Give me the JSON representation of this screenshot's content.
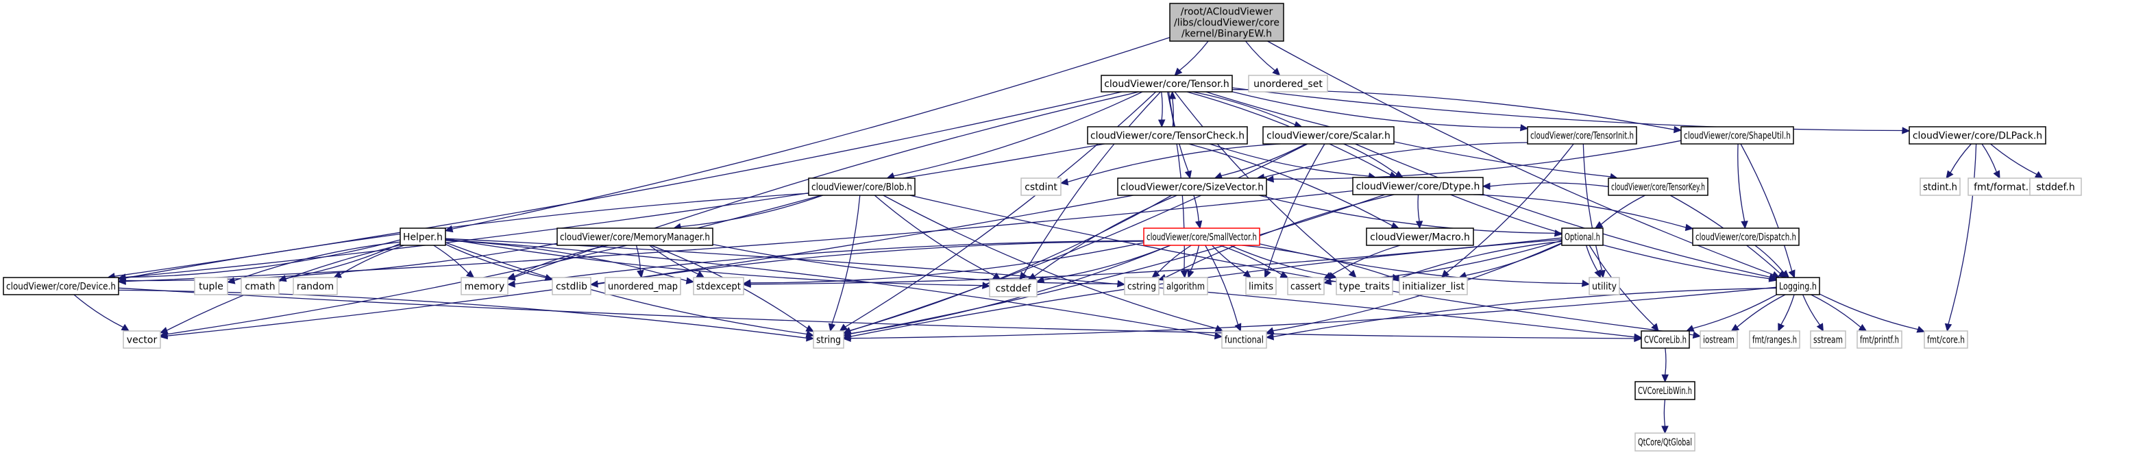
{
  "title": "Include dependency graph for BinaryEW.h",
  "colors": {
    "edge": "#191970",
    "root_fill": "#bfbfbf",
    "project_border": "#000000",
    "system_border": "#bfbfbf",
    "highlight_border": "#ff0000"
  },
  "nodes": [
    {
      "id": "root",
      "kind": "root",
      "lines": [
        "/root/ACloudViewer",
        "/libs/cloudViewer/core",
        "/kernel/BinaryEW.h"
      ]
    },
    {
      "id": "tensor",
      "kind": "project",
      "lines": [
        "cloudViewer/core/Tensor.h"
      ]
    },
    {
      "id": "unordered_set",
      "kind": "system",
      "lines": [
        "unordered_set"
      ]
    },
    {
      "id": "tensorcheck",
      "kind": "project",
      "lines": [
        "cloudViewer/core/TensorCheck.h"
      ]
    },
    {
      "id": "scalar",
      "kind": "project",
      "lines": [
        "cloudViewer/core/Scalar.h"
      ]
    },
    {
      "id": "tensorinit",
      "kind": "project",
      "lines": [
        "cloudViewer/core/TensorInit.h"
      ]
    },
    {
      "id": "shapeutil",
      "kind": "project",
      "lines": [
        "cloudViewer/core/ShapeUtil.h"
      ]
    },
    {
      "id": "dlpack",
      "kind": "project",
      "lines": [
        "cloudViewer/core/DLPack.h"
      ]
    },
    {
      "id": "blob",
      "kind": "project",
      "lines": [
        "cloudViewer/core/Blob.h"
      ]
    },
    {
      "id": "cstdint",
      "kind": "system",
      "lines": [
        "cstdint"
      ]
    },
    {
      "id": "sizevector",
      "kind": "project",
      "lines": [
        "cloudViewer/core/SizeVector.h"
      ]
    },
    {
      "id": "dtype",
      "kind": "project",
      "lines": [
        "cloudViewer/core/Dtype.h"
      ]
    },
    {
      "id": "tensorkey",
      "kind": "project",
      "lines": [
        "cloudViewer/core/TensorKey.h"
      ]
    },
    {
      "id": "stdint_h",
      "kind": "system",
      "lines": [
        "stdint.h"
      ]
    },
    {
      "id": "fmt_format",
      "kind": "system",
      "lines": [
        "fmt/format.h"
      ]
    },
    {
      "id": "stddef_h",
      "kind": "system",
      "lines": [
        "stddef.h"
      ]
    },
    {
      "id": "helper",
      "kind": "project",
      "lines": [
        "Helper.h"
      ]
    },
    {
      "id": "memorymanager",
      "kind": "project",
      "lines": [
        "cloudViewer/core/MemoryManager.h"
      ]
    },
    {
      "id": "smallvector",
      "kind": "highlight",
      "lines": [
        "cloudViewer/core/SmallVector.h"
      ]
    },
    {
      "id": "macro",
      "kind": "project",
      "lines": [
        "cloudViewer/Macro.h"
      ]
    },
    {
      "id": "optional",
      "kind": "project",
      "lines": [
        "Optional.h"
      ]
    },
    {
      "id": "dispatch",
      "kind": "project",
      "lines": [
        "cloudViewer/core/Dispatch.h"
      ]
    },
    {
      "id": "device",
      "kind": "project",
      "lines": [
        "cloudViewer/core/Device.h"
      ]
    },
    {
      "id": "tuple",
      "kind": "system",
      "lines": [
        "tuple"
      ]
    },
    {
      "id": "cmath",
      "kind": "system",
      "lines": [
        "cmath"
      ]
    },
    {
      "id": "random",
      "kind": "system",
      "lines": [
        "random"
      ]
    },
    {
      "id": "memory",
      "kind": "system",
      "lines": [
        "memory"
      ]
    },
    {
      "id": "cstdlib",
      "kind": "system",
      "lines": [
        "cstdlib"
      ]
    },
    {
      "id": "unordered_map",
      "kind": "system",
      "lines": [
        "unordered_map"
      ]
    },
    {
      "id": "stdexcept",
      "kind": "system",
      "lines": [
        "stdexcept"
      ]
    },
    {
      "id": "cstddef",
      "kind": "system",
      "lines": [
        "cstddef"
      ]
    },
    {
      "id": "cstring",
      "kind": "system",
      "lines": [
        "cstring"
      ]
    },
    {
      "id": "algorithm",
      "kind": "system",
      "lines": [
        "algorithm"
      ]
    },
    {
      "id": "limits",
      "kind": "system",
      "lines": [
        "limits"
      ]
    },
    {
      "id": "cassert",
      "kind": "system",
      "lines": [
        "cassert"
      ]
    },
    {
      "id": "type_traits",
      "kind": "system",
      "lines": [
        "type_traits"
      ]
    },
    {
      "id": "initializer_list",
      "kind": "system",
      "lines": [
        "initializer_list"
      ]
    },
    {
      "id": "utility",
      "kind": "system",
      "lines": [
        "utility"
      ]
    },
    {
      "id": "logging",
      "kind": "project",
      "lines": [
        "Logging.h"
      ]
    },
    {
      "id": "vector",
      "kind": "system",
      "lines": [
        "vector"
      ]
    },
    {
      "id": "string",
      "kind": "system",
      "lines": [
        "string"
      ]
    },
    {
      "id": "functional",
      "kind": "system",
      "lines": [
        "functional"
      ]
    },
    {
      "id": "cvcorelib",
      "kind": "project",
      "lines": [
        "CVCoreLib.h"
      ]
    },
    {
      "id": "iostream",
      "kind": "system",
      "lines": [
        "iostream"
      ]
    },
    {
      "id": "fmt_ranges",
      "kind": "system",
      "lines": [
        "fmt/ranges.h"
      ]
    },
    {
      "id": "sstream",
      "kind": "system",
      "lines": [
        "sstream"
      ]
    },
    {
      "id": "fmt_printf",
      "kind": "system",
      "lines": [
        "fmt/printf.h"
      ]
    },
    {
      "id": "fmt_core",
      "kind": "system",
      "lines": [
        "fmt/core.h"
      ]
    },
    {
      "id": "cvcorelibwin",
      "kind": "project",
      "lines": [
        "CVCoreLibWin.h"
      ]
    },
    {
      "id": "qtglobal",
      "kind": "system",
      "lines": [
        "QtCore/QtGlobal"
      ]
    }
  ],
  "edges": [
    [
      "root",
      "tensor"
    ],
    [
      "root",
      "unordered_set"
    ],
    [
      "root",
      "helper"
    ],
    [
      "root",
      "logging"
    ],
    [
      "tensor",
      "tensorcheck"
    ],
    [
      "tensorcheck",
      "tensor"
    ],
    [
      "tensor",
      "scalar"
    ],
    [
      "tensor",
      "tensorinit"
    ],
    [
      "tensor",
      "shapeutil"
    ],
    [
      "tensor",
      "dlpack"
    ],
    [
      "tensor",
      "blob"
    ],
    [
      "tensor",
      "sizevector"
    ],
    [
      "tensor",
      "dtype"
    ],
    [
      "tensor",
      "tensorkey"
    ],
    [
      "tensor",
      "device"
    ],
    [
      "tensor",
      "memory"
    ],
    [
      "tensor",
      "string"
    ],
    [
      "tensor",
      "cstddef"
    ],
    [
      "tensor",
      "algorithm"
    ],
    [
      "tensor",
      "type_traits"
    ],
    [
      "tensorcheck",
      "device"
    ],
    [
      "tensorcheck",
      "dtype"
    ],
    [
      "tensorcheck",
      "macro"
    ],
    [
      "scalar",
      "cstdint"
    ],
    [
      "scalar",
      "dtype"
    ],
    [
      "scalar",
      "limits"
    ],
    [
      "scalar",
      "string"
    ],
    [
      "scalar",
      "logging"
    ],
    [
      "scalar",
      "sizevector"
    ],
    [
      "tensorinit",
      "sizevector"
    ],
    [
      "tensorinit",
      "initializer_list"
    ],
    [
      "tensorinit",
      "utility"
    ],
    [
      "shapeutil",
      "sizevector"
    ],
    [
      "shapeutil",
      "dispatch"
    ],
    [
      "shapeutil",
      "logging"
    ],
    [
      "dlpack",
      "stdint_h"
    ],
    [
      "dlpack",
      "fmt_format"
    ],
    [
      "dlpack",
      "stddef_h"
    ],
    [
      "dlpack",
      "fmt_core"
    ],
    [
      "blob",
      "device"
    ],
    [
      "blob",
      "memorymanager"
    ],
    [
      "blob",
      "cstddef"
    ],
    [
      "blob",
      "string"
    ],
    [
      "blob",
      "functional"
    ],
    [
      "blob",
      "vector"
    ],
    [
      "blob",
      "iostream"
    ],
    [
      "sizevector",
      "smallvector"
    ],
    [
      "sizevector",
      "cstddef"
    ],
    [
      "sizevector",
      "string"
    ],
    [
      "sizevector",
      "optional"
    ],
    [
      "sizevector",
      "vector"
    ],
    [
      "dtype",
      "macro"
    ],
    [
      "dtype",
      "dispatch"
    ],
    [
      "dtype",
      "logging"
    ],
    [
      "dtype",
      "string"
    ],
    [
      "dtype",
      "cstring"
    ],
    [
      "dtype",
      "device"
    ],
    [
      "tensorkey",
      "optional"
    ],
    [
      "tensorkey",
      "logging"
    ],
    [
      "tensorkey",
      "dtype"
    ],
    [
      "helper",
      "device"
    ],
    [
      "helper",
      "tuple"
    ],
    [
      "helper",
      "cmath"
    ],
    [
      "helper",
      "random"
    ],
    [
      "helper",
      "memory"
    ],
    [
      "helper",
      "cstdlib"
    ],
    [
      "helper",
      "stdexcept"
    ],
    [
      "helper",
      "string"
    ],
    [
      "helper",
      "functional"
    ],
    [
      "helper",
      "vector"
    ],
    [
      "helper",
      "cvcorelib"
    ],
    [
      "helper",
      "cstddef"
    ],
    [
      "memorymanager",
      "device"
    ],
    [
      "memorymanager",
      "memory"
    ],
    [
      "memorymanager",
      "unordered_map"
    ],
    [
      "memorymanager",
      "stdexcept"
    ],
    [
      "memorymanager",
      "string"
    ],
    [
      "memorymanager",
      "cstring"
    ],
    [
      "smallvector",
      "cstddef"
    ],
    [
      "smallvector",
      "cstring"
    ],
    [
      "smallvector",
      "algorithm"
    ],
    [
      "smallvector",
      "limits"
    ],
    [
      "smallvector",
      "cassert"
    ],
    [
      "smallvector",
      "type_traits"
    ],
    [
      "smallvector",
      "initializer_list"
    ],
    [
      "smallvector",
      "memory"
    ],
    [
      "smallvector",
      "stdexcept"
    ],
    [
      "smallvector",
      "cstdlib"
    ],
    [
      "smallvector",
      "functional"
    ],
    [
      "smallvector",
      "utility"
    ],
    [
      "smallvector",
      "string"
    ],
    [
      "macro",
      "cassert"
    ],
    [
      "optional",
      "cassert"
    ],
    [
      "optional",
      "type_traits"
    ],
    [
      "optional",
      "initializer_list"
    ],
    [
      "optional",
      "utility"
    ],
    [
      "optional",
      "functional"
    ],
    [
      "optional",
      "string"
    ],
    [
      "optional",
      "stdexcept"
    ],
    [
      "optional",
      "cvcorelib"
    ],
    [
      "dispatch",
      "logging"
    ],
    [
      "device",
      "vector"
    ],
    [
      "device",
      "string"
    ],
    [
      "device",
      "cvcorelib"
    ],
    [
      "logging",
      "cvcorelib"
    ],
    [
      "logging",
      "iostream"
    ],
    [
      "logging",
      "fmt_ranges"
    ],
    [
      "logging",
      "sstream"
    ],
    [
      "logging",
      "fmt_printf"
    ],
    [
      "logging",
      "fmt_core"
    ],
    [
      "logging",
      "string"
    ],
    [
      "logging",
      "functional"
    ],
    [
      "cvcorelib",
      "cvcorelibwin"
    ],
    [
      "cvcorelibwin",
      "qtglobal"
    ]
  ]
}
